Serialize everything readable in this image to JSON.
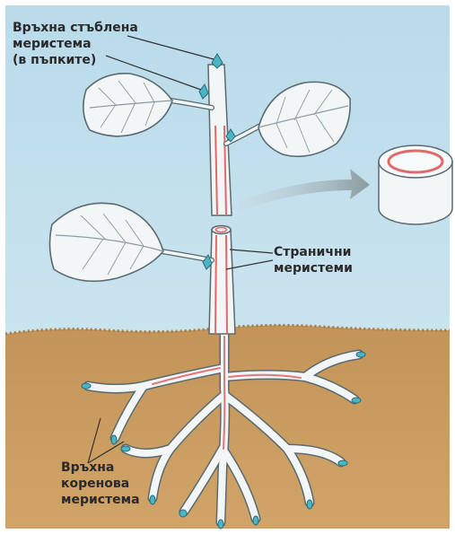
{
  "diagram": {
    "labels": {
      "apical_stem_meristem": "Връхна стъблена\nмеристема\n(в пъпките)",
      "lateral_meristems": "Странични\nмеристеми",
      "apical_root_meristem": "Връхна\nкоренова\nмеристема"
    },
    "colors": {
      "sky": "#c8e3ef",
      "soil": "#c89a5c",
      "plant_fill": "#f2f6f7",
      "outline": "#5a6a70",
      "meristem_stripe": "#e06a6a",
      "bud": "#4bb5c4",
      "arrow": "#8a9aa0"
    }
  }
}
